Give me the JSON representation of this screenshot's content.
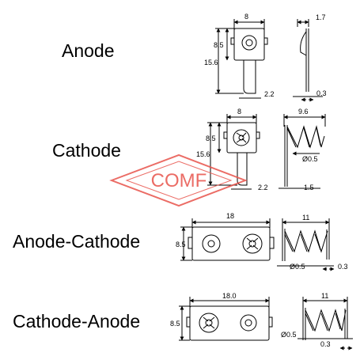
{
  "labels": {
    "anode": "Anode",
    "cathode": "Cathode",
    "anode_cathode": "Anode-Cathode",
    "cathode_anode": "Cathode-Anode"
  },
  "watermark": {
    "text": "COMF",
    "color": "#e8534b"
  },
  "anode": {
    "width": "8",
    "height_top": "8.5",
    "height_total": "15.6",
    "tab": "2.2",
    "side_top": "1.7",
    "side_thickness": "0.3"
  },
  "cathode": {
    "width": "8",
    "height_top": "8.5",
    "height_total": "15.6",
    "tab": "2.2",
    "spring_length": "9.6",
    "wire": "Ø0.5",
    "side_offset": "1.5"
  },
  "anode_cathode": {
    "width": "18",
    "height": "8.5",
    "spring_length": "11",
    "wire": "Ø0.5",
    "thickness": "0.3"
  },
  "cathode_anode": {
    "width": "18.0",
    "height": "8.5",
    "spring_length": "11",
    "wire": "Ø0.5",
    "thickness": "0.3"
  }
}
